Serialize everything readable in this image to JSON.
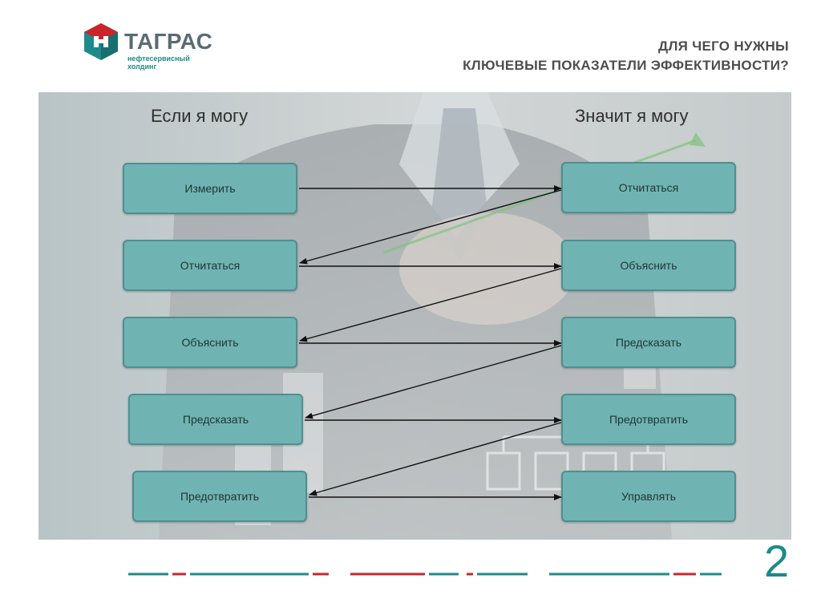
{
  "brand": {
    "name": "ТАГРАС",
    "tagline_line1": "нефтесервисный",
    "tagline_line2": "холдинг",
    "colors": {
      "teal": "#1d8a8a",
      "red": "#c9252b",
      "gray": "#5a6b73"
    }
  },
  "title": {
    "line1": "ДЛЯ ЧЕГО НУЖНЫ",
    "line2": "КЛЮЧЕВЫЕ ПОКАЗАТЕЛИ ЭФФЕКТИВНОСТИ?"
  },
  "diagram": {
    "left_heading": "Если я могу",
    "right_heading": "Значит я могу",
    "left_boxes": [
      "Измерить",
      "Отчитаться",
      "Объяснить",
      "Предсказать",
      "Предотвратить"
    ],
    "right_boxes": [
      "Отчитаться",
      "Объяснить",
      "Предсказать",
      "Предотвратить",
      "Управлять"
    ],
    "box_color": "#6fb4b2"
  },
  "page_number": "2"
}
